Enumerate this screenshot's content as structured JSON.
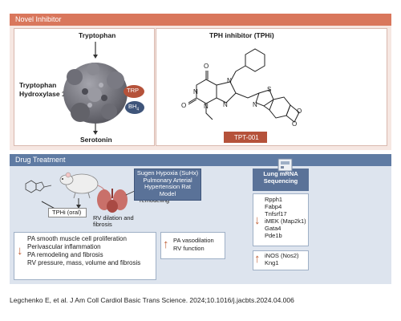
{
  "colors": {
    "novel_header": "#d9775c",
    "novel_bg": "#f6e7e2",
    "drug_header": "#5f7ba3",
    "drug_bg": "#dde4ee",
    "arrow_up": "#c0623a",
    "arrow_down": "#c0623a"
  },
  "novel": {
    "header": "Novel Inhibitor",
    "tryptophan": "Tryptophan",
    "enzyme_label_1": "Tryptophan",
    "enzyme_label_2": "Hydroxylase 1",
    "trp_badge": "TRP",
    "bh4_badge": "BH",
    "bh4_sub": "4",
    "serotonin": "Serotonin",
    "tphi_title": "TPH inhibitor (TPHi)",
    "compound_label": "TPT-001",
    "atoms": {
      "o1": "O",
      "o2": "O",
      "n1": "N",
      "n2": "N",
      "n3": "N",
      "n4": "N",
      "n5": "N",
      "s": "S",
      "o3": "O",
      "o4": "O"
    }
  },
  "drug": {
    "header": "Drug Treatment",
    "model_box": "Sugen Hypoxia (SuHx) Pulmonary Arterial Hypertension Rat Model",
    "tphi_oral": "TPHi (oral)",
    "rv_label": "RV dilation and fibrosis",
    "pv_label": "Pulmonary vascular remodeling",
    "down_list": [
      "PA smooth muscle cell proliferation",
      "Perivascular inflammation",
      "PA remodeling and fibrosis",
      "RV pressure, mass, volume and fibrosis"
    ],
    "up_list": [
      "PA vasodilation",
      "RV function"
    ],
    "lung_title": "Lung mRNA Sequencing",
    "genes_down": [
      "Rpph1",
      "Fabp4",
      "Tnfsrf17",
      "iMEK (Map2k1)",
      "Gata4",
      "Pde1b"
    ],
    "genes_up": [
      "iNOS (Nos2)",
      "Kng1"
    ]
  },
  "citation": "Legchenko E, et al. J Am Coll Cardiol Basic Trans Science. 2024;10.1016/j.jacbts.2024.04.006"
}
